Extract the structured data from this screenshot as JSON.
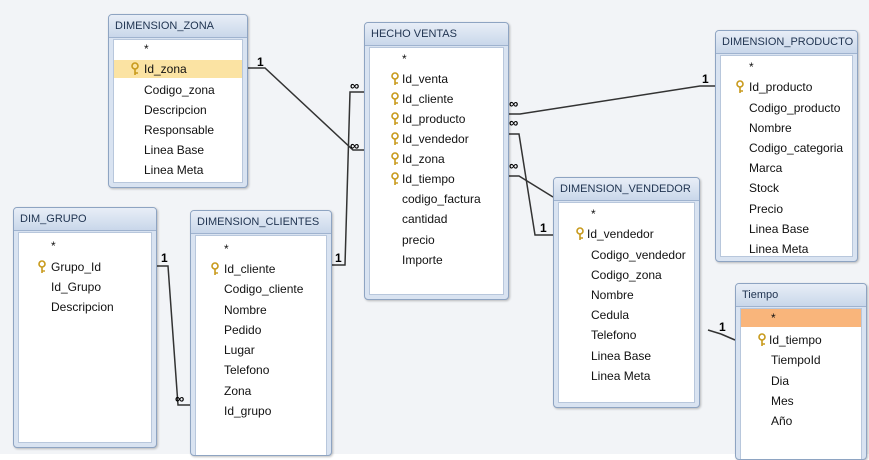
{
  "tables": {
    "zona": {
      "title": "DIMENSION_ZONA",
      "fields": [
        "*",
        "Id_zona",
        "Codigo_zona",
        "Descripcion",
        "Responsable",
        "Linea Base",
        "Linea Meta"
      ]
    },
    "hecho": {
      "title": "HECHO VENTAS",
      "fields": [
        "*",
        "Id_venta",
        "Id_cliente",
        "Id_producto",
        "Id_vendedor",
        "Id_zona",
        "Id_tiempo",
        "codigo_factura",
        "cantidad",
        "precio",
        "Importe"
      ]
    },
    "producto": {
      "title": "DIMENSION_PRODUCTO",
      "fields": [
        "*",
        "Id_producto",
        "Codigo_producto",
        "Nombre",
        "Codigo_categoria",
        "Marca",
        "Stock",
        "Precio",
        "Linea Base",
        "Linea Meta"
      ]
    },
    "grupo": {
      "title": "DIM_GRUPO",
      "fields": [
        "*",
        "Grupo_Id",
        "Id_Grupo",
        "Descripcion"
      ]
    },
    "clientes": {
      "title": "DIMENSION_CLIENTES",
      "fields": [
        "*",
        "Id_cliente",
        "Codigo_cliente",
        "Nombre",
        "Pedido",
        "Lugar",
        "Telefono",
        "Zona",
        "Id_grupo"
      ]
    },
    "vendedor": {
      "title": "DIMENSION_VENDEDOR",
      "fields": [
        "*",
        "Id_vendedor",
        "Codigo_vendedor",
        "Codigo_zona",
        "Nombre",
        "Cedula",
        "Telefono",
        "Linea Base",
        "Linea Meta"
      ]
    },
    "tiempo": {
      "title": "Tiempo",
      "fields": [
        "*",
        "Id_tiempo",
        "TiempoId",
        "Dia",
        "Mes",
        "Año"
      ]
    }
  },
  "cardinality": {
    "one": "1",
    "many": "∞"
  },
  "colors": {
    "line": "#333333",
    "key": "#c89a1c",
    "header": "#c9d7ea",
    "highlight": "#fbe3a3"
  }
}
